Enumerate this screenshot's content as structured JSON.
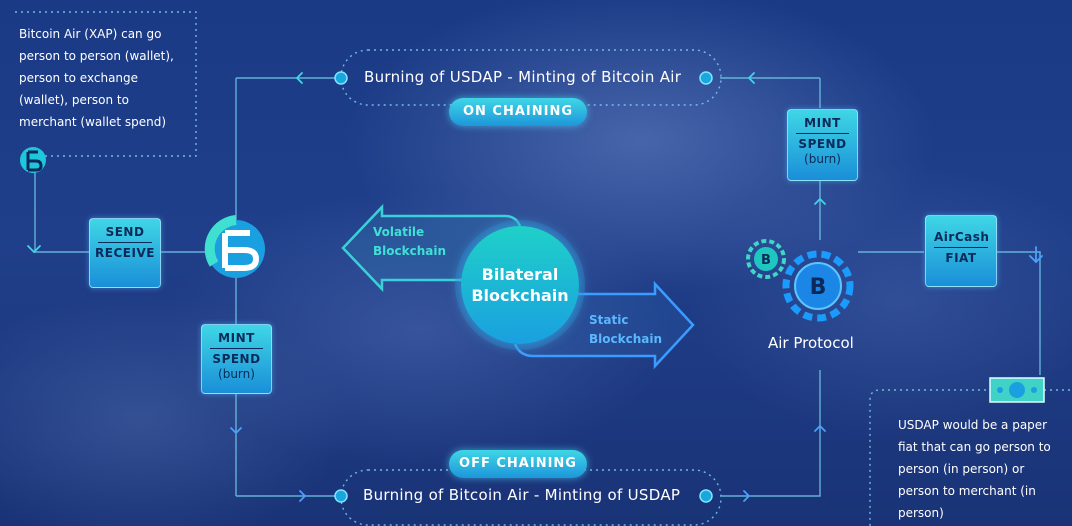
{
  "notes": {
    "left_lines": [
      "Bitcoin Air (XAP) can go",
      "person to person (wallet),",
      "person to exchange",
      "(wallet), person to",
      "merchant (wallet spend)"
    ],
    "right_lines": [
      "USDAP would be a paper",
      "fiat that can go person to",
      "person (in person) or",
      "person to merchant (in",
      "person)"
    ]
  },
  "top_flow": {
    "label": "Burning of USDAP - Minting of Bitcoin Air",
    "pill": "ON CHAINING"
  },
  "bottom_flow": {
    "label": "Burning of Bitcoin Air - Minting of USDAP",
    "pill": "OFF CHAINING"
  },
  "boxes": {
    "send_receive": {
      "top": "SEND",
      "bottom": "RECEIVE"
    },
    "mint_spend_left": {
      "top": "MINT",
      "bottom": "SPEND",
      "sub": "(burn)"
    },
    "mint_spend_right": {
      "top": "MINT",
      "bottom": "SPEND",
      "sub": "(burn)"
    },
    "aircash_fiat": {
      "top": "AirCash",
      "bottom": "FIAT"
    }
  },
  "center": {
    "line1": "Bilateral",
    "line2": "Blockchain"
  },
  "volatile": {
    "line1": "Volatile",
    "line2": "Blockchain"
  },
  "static": {
    "line1": "Static",
    "line2": "Blockchain"
  },
  "protocol_label": "Air Protocol",
  "colors": {
    "accent_teal": "#3fd6e6",
    "accent_blue": "#1a8fd8",
    "line": "#8fd8f0"
  },
  "icons": [
    "bitcoin-air-logo-icon",
    "gear-icon",
    "banknote-icon",
    "arrow-icon"
  ]
}
